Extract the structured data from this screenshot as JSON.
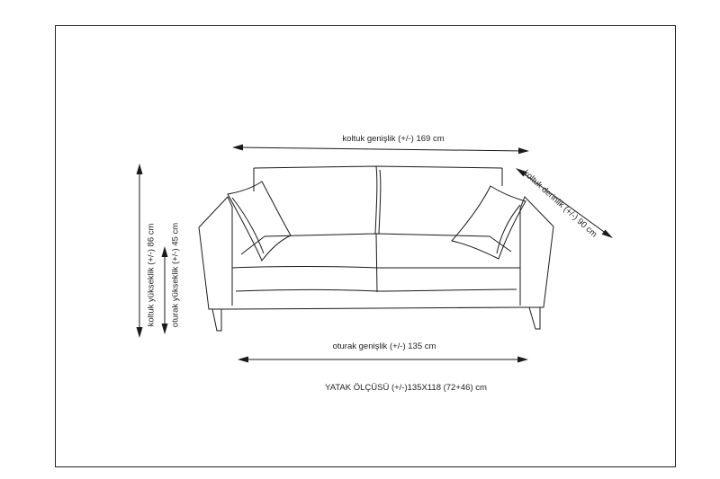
{
  "dimensions": {
    "width_label": "koltuk genişlik (+/-) 169 cm",
    "seat_width_label": "oturak genişlik (+/-) 135 cm",
    "height_label": "koltuk yükseklik (+/-) 86 cm",
    "seat_height_label": "oturak yükseklik (+/-) 45 cm",
    "depth_label": "koltuk derinlik (+/-) 90 cm",
    "bed_size_label": "YATAK ÖLÇÜSÜ (+/-)135X118 (72+46) cm"
  }
}
